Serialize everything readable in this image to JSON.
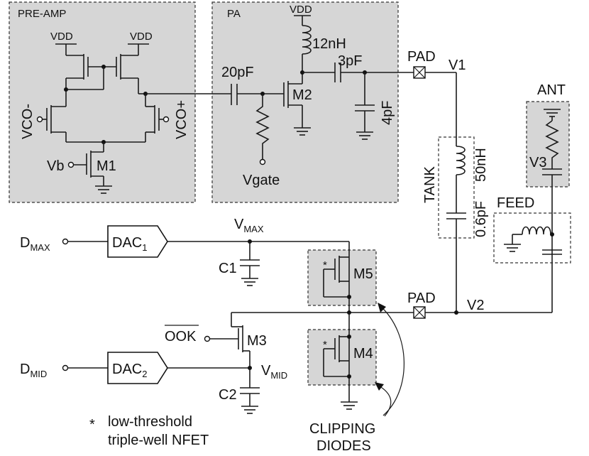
{
  "blocks": {
    "preamp": "PRE-AMP",
    "pa": "PA",
    "tank": "TANK",
    "ant": "ANT",
    "feed": "FEED"
  },
  "supplies": {
    "vdd": "VDD"
  },
  "components": {
    "m1": "M1",
    "m2": "M2",
    "m3": "M3",
    "m4": "M4",
    "m5": "M5",
    "l_pa": "12nH",
    "c_couple": "20pF",
    "c_match_series": "3pF",
    "c_match_shunt": "4pF",
    "l_tank": "50nH",
    "c_tank": "0.6pF",
    "c1": "C1",
    "c2": "C2",
    "v3": "V3"
  },
  "nodes": {
    "vco_minus": "VCO-",
    "vco_plus": "VCO+",
    "vb": "Vb",
    "vgate": "Vgate",
    "pad1": "PAD",
    "pad2": "PAD",
    "v1": "V1",
    "v2": "V2",
    "ook": "OOK",
    "d_max_main": "D",
    "d_max_sub": "MAX",
    "d_mid_main": "D",
    "d_mid_sub": "MID",
    "vmax_main": "V",
    "vmax_sub": "MAX",
    "vmid_main": "V",
    "vmid_sub": "MID"
  },
  "dacs": {
    "dac1_main": "DAC",
    "dac1_sub": "1",
    "dac2_main": "DAC",
    "dac2_sub": "2"
  },
  "notes": {
    "star": "*",
    "legend_line1": "low-threshold",
    "legend_line2": "triple-well NFET",
    "clipping_line1": "CLIPPING",
    "clipping_line2": "DIODES"
  }
}
